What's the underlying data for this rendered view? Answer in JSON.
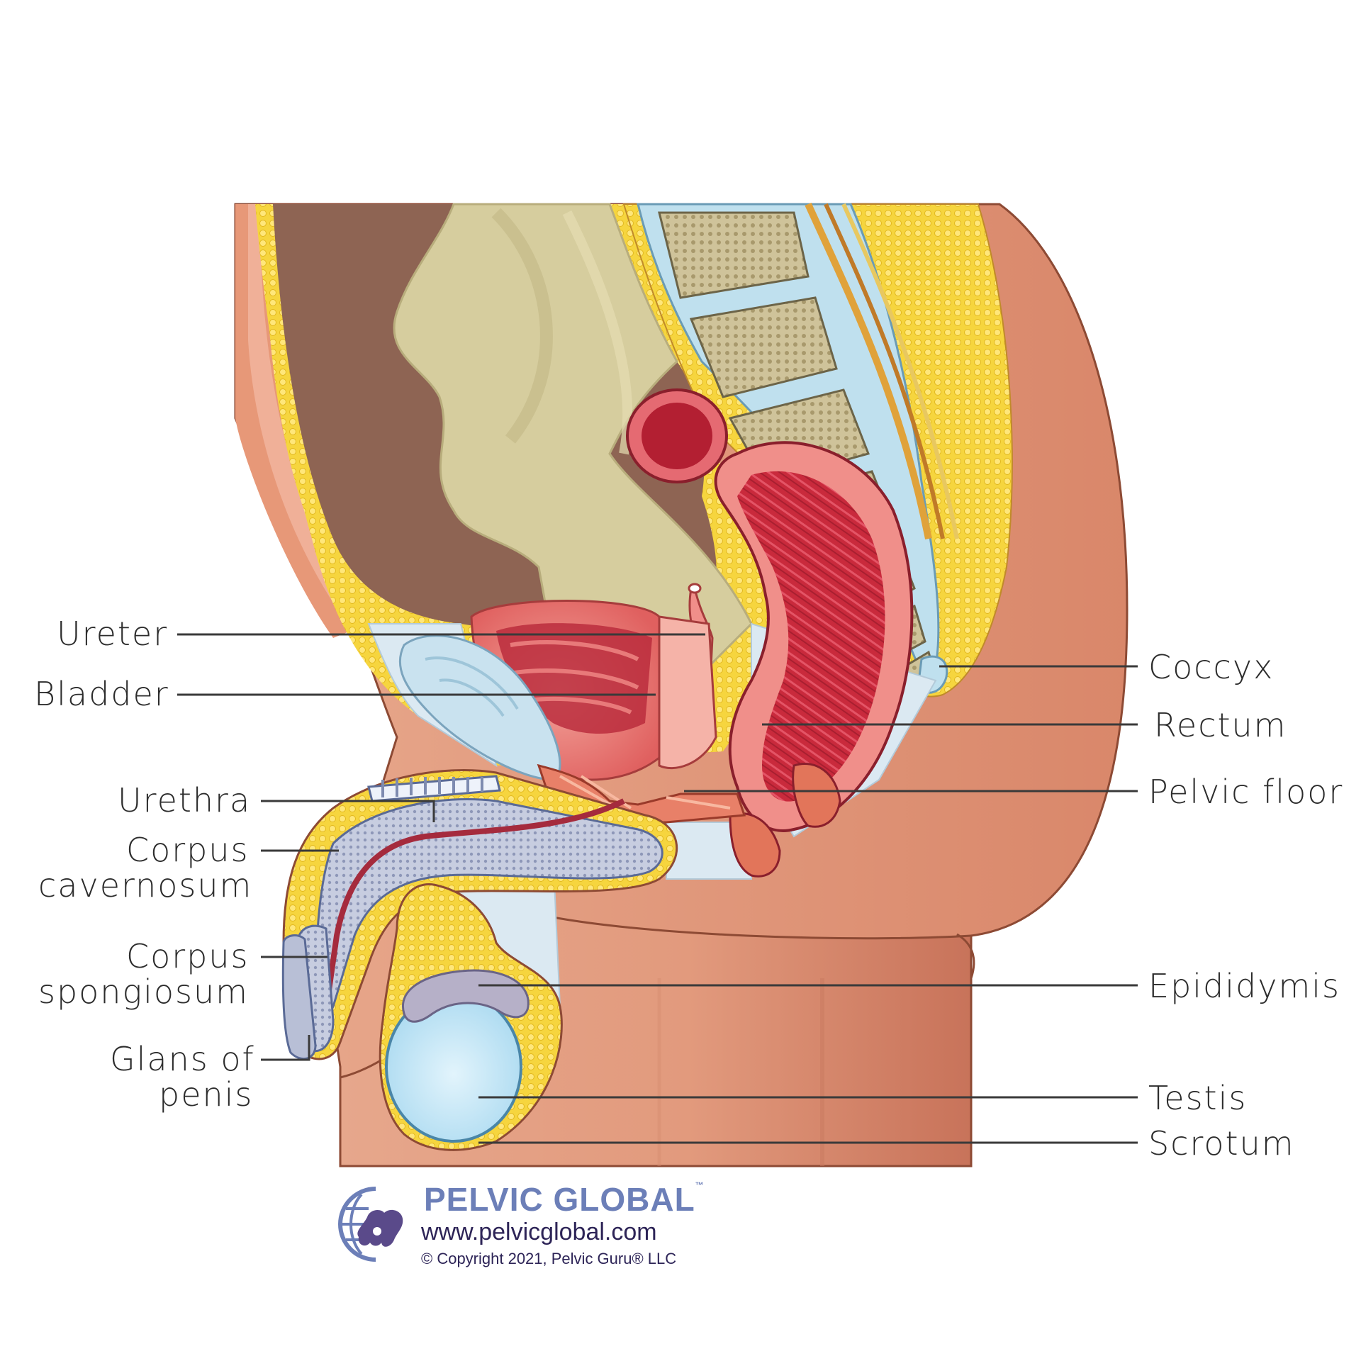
{
  "labels": {
    "ureter": "Ureter",
    "bladder": "Bladder",
    "urethra": "Urethra",
    "corpus_cavernosum_1": "Corpus",
    "corpus_cavernosum_2": "cavernosum",
    "corpus_spongiosum_1": "Corpus",
    "corpus_spongiosum_2": "spongiosum",
    "glans_1": "Glans of",
    "glans_2": "penis",
    "coccyx": "Coccyx",
    "rectum": "Rectum",
    "pelvic_floor": "Pelvic floor",
    "epididymis": "Epididymis",
    "testis": "Testis",
    "scrotum": "Scrotum"
  },
  "brand": {
    "name": "PELVIC GLOBAL",
    "tm": "™",
    "url": "www.pelvicglobal.com",
    "copyright": "© Copyright 2021, Pelvic Guru® LLC"
  },
  "colors": {
    "skin": "#e0977a",
    "skin_dark": "#c9745a",
    "fat": "#f4d23a",
    "bone": "#cbbf95",
    "cavity": "#8e6453",
    "peritoneum": "#d9cfa4",
    "rectum": "#c92a3c",
    "bladder": "#e8716f",
    "testis": "#bde4f6",
    "ligament": "#dbe9f2",
    "brand_blue": "#6c7fb8",
    "brand_purple": "#5a4a8a"
  }
}
